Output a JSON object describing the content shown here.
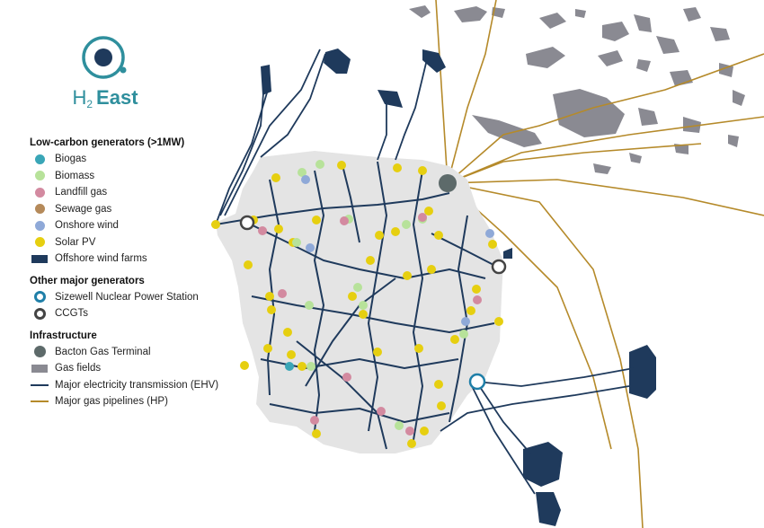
{
  "logo": {
    "h": "H",
    "sub": "2",
    "east": "East"
  },
  "legend": {
    "low_carbon": {
      "title": "Low-carbon generators (>1MW)",
      "items": [
        {
          "label": "Biogas",
          "color": "#3aa6b7",
          "symbol": "dot"
        },
        {
          "label": "Biomass",
          "color": "#b7e29a",
          "symbol": "dot"
        },
        {
          "label": "Landfill gas",
          "color": "#d38aa0",
          "symbol": "dot"
        },
        {
          "label": "Sewage gas",
          "color": "#b58a5a",
          "symbol": "dot"
        },
        {
          "label": "Onshore wind",
          "color": "#8fa9d8",
          "symbol": "dot"
        },
        {
          "label": "Solar PV",
          "color": "#e6cf10",
          "symbol": "dot"
        },
        {
          "label": "Offshore wind farms",
          "color": "#1f3a5c",
          "symbol": "rect"
        }
      ]
    },
    "other": {
      "title": "Other major generators",
      "items": [
        {
          "label": "Sizewell Nuclear Power Station",
          "color": "#1f7fa8",
          "symbol": "ring"
        },
        {
          "label": "CCGTs",
          "color": "#444444",
          "symbol": "ring"
        }
      ]
    },
    "infrastructure": {
      "title": "Infrastructure",
      "items": [
        {
          "label": "Bacton Gas Terminal",
          "color": "#5d6a6a",
          "symbol": "bigdot"
        },
        {
          "label": "Gas fields",
          "color": "#8a8a92",
          "symbol": "rect"
        },
        {
          "label": "Major electricity transmission (EHV)",
          "color": "#1f3a5c",
          "symbol": "line"
        },
        {
          "label": "Major gas pipelines (HP)",
          "color": "#b58a2a",
          "symbol": "line"
        }
      ]
    }
  },
  "colors": {
    "land": "#e4e4e4",
    "transmission": "#1f3a5c",
    "pipeline": "#b58a2a",
    "gas_field": "#8a8a92",
    "terminal": "#5d6a6a",
    "logo": "#2f8f9d",
    "logo_dot": "#1f3a5c"
  }
}
